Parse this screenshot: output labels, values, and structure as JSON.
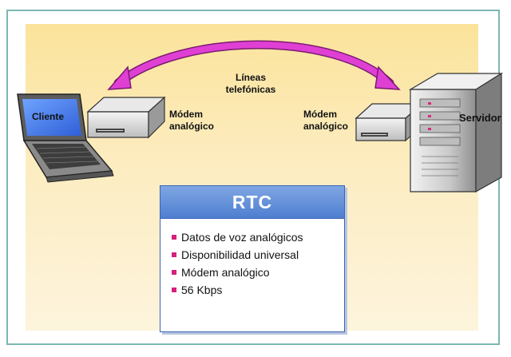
{
  "diagram": {
    "client_label": "Cliente",
    "server_label": "Servidor",
    "lines_label": "Líneas\ntelefónicas",
    "left_modem_label": "Módem\nanalógico",
    "right_modem_label": "Módem\nanalógico"
  },
  "rtc": {
    "title": "RTC",
    "items": [
      "Datos de voz analógicos",
      "Disponibilidad universal",
      "Módem analógico",
      "56 Kbps"
    ]
  },
  "colors": {
    "arrow": "#d633c9",
    "panel": "#fbe39a",
    "rtc_header": "#5b86d4",
    "bullet": "#d61f7a"
  },
  "icons": {
    "client": "laptop-icon",
    "server": "server-tower-icon",
    "modem": "modem-icon"
  }
}
